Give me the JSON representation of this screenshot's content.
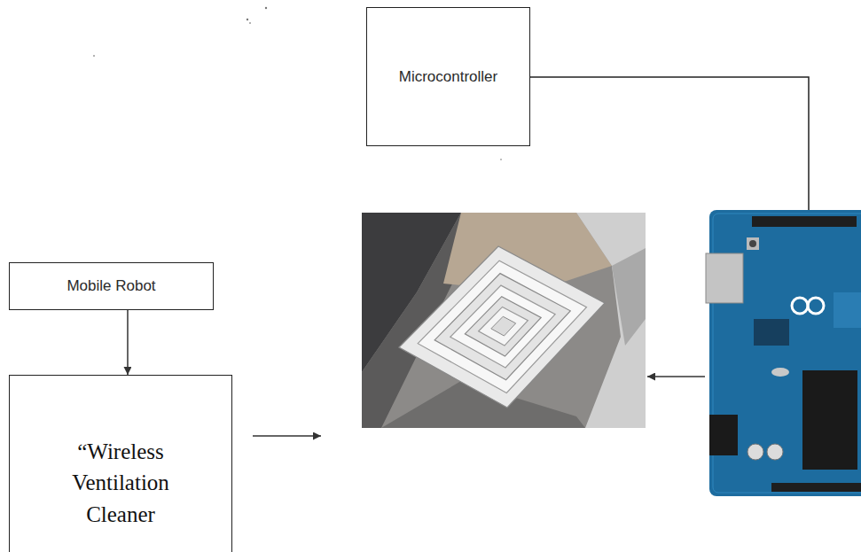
{
  "diagram": {
    "nodes": [
      {
        "text": [
          "Microcontroller"
        ]
      },
      {
        "text": [
          "Mobile Robot"
        ]
      },
      {
        "text": [
          "“Wireless Ventilation Cleaner"
        ]
      }
    ],
    "edges": [
      {
        "from": 1,
        "to": 2,
        "arrow": "to"
      }
    ]
  }
}
